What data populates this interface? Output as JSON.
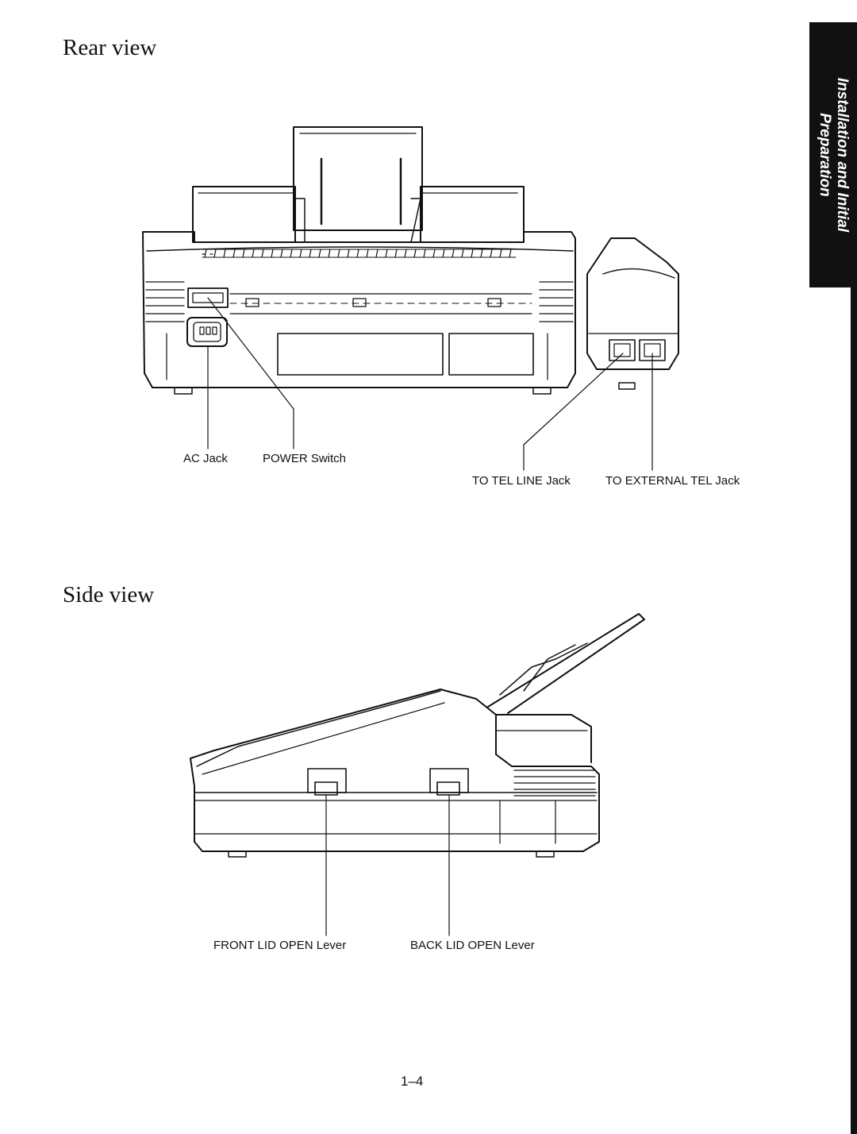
{
  "section_tab": {
    "line1": "Installation and Initial",
    "line2": "Preparation"
  },
  "rear_view": {
    "heading": "Rear view",
    "labels": {
      "ac_jack": "AC Jack",
      "power_switch": "POWER Switch",
      "tel_line_jack": "TO TEL LINE Jack",
      "external_tel_jack": "TO EXTERNAL TEL Jack"
    }
  },
  "side_view": {
    "heading": "Side view",
    "labels": {
      "front_lid_lever": "FRONT LID OPEN Lever",
      "back_lid_lever": "BACK LID OPEN Lever"
    }
  },
  "footer": {
    "page_number": "1–4"
  }
}
